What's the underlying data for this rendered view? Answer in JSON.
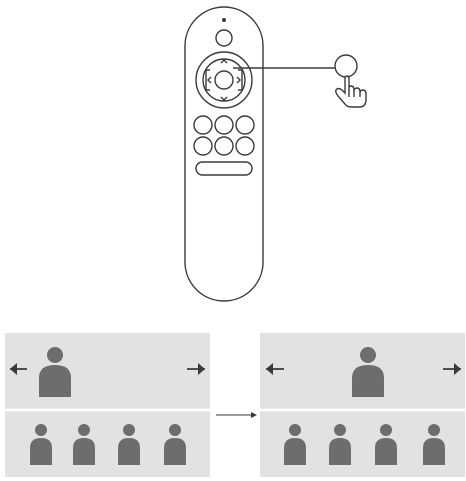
{
  "figure": {
    "remote": {
      "buttons_row1": 3,
      "buttons_row2": 3,
      "dpad_arrows": [
        "up",
        "down",
        "left",
        "right"
      ]
    },
    "callout": {
      "gesture": "press",
      "icon": "hand-pointer-icon"
    },
    "panels": [
      {
        "name": "before",
        "top_person_position": "left",
        "arrows": [
          "left-arrow",
          "right-arrow"
        ],
        "bottom_people": 4
      },
      {
        "name": "after",
        "top_person_position": "center",
        "arrows": [
          "left-arrow",
          "right-arrow"
        ],
        "bottom_people": 4
      }
    ],
    "transition": "arrow-right",
    "colors": {
      "stroke": "#3a3a3a",
      "panel_background": "#e2e2e2",
      "divider": "#ffffff",
      "person": "#6d6d6d"
    }
  }
}
